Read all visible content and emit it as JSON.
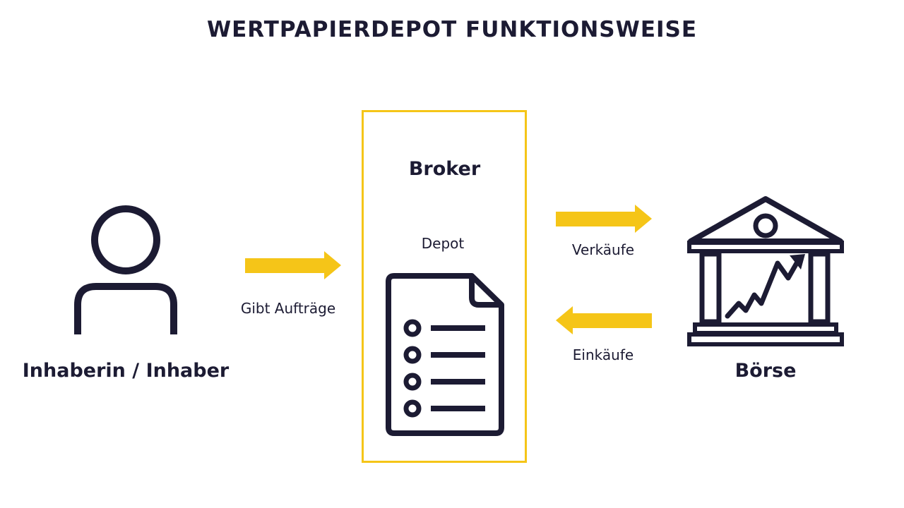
{
  "title": "WERTPAPIERDEPOT FUNKTIONSWEISE",
  "nodes": {
    "owner": {
      "label": "Inhaberin / Inhaber",
      "icon": "person-icon"
    },
    "broker": {
      "label": "Broker",
      "sub_label": "Depot",
      "icon": "document-list-icon"
    },
    "exchange": {
      "label": "Börse",
      "icon": "stock-exchange-building-icon"
    }
  },
  "edges": {
    "orders": {
      "label": "Gibt Aufträge",
      "direction": "right"
    },
    "sales": {
      "label": "Verkäufe",
      "direction": "right"
    },
    "purchases": {
      "label": "Einkäufe",
      "direction": "left"
    }
  },
  "colors": {
    "text": "#1c1b33",
    "accent": "#f5c518",
    "icon": "#1c1b33"
  }
}
